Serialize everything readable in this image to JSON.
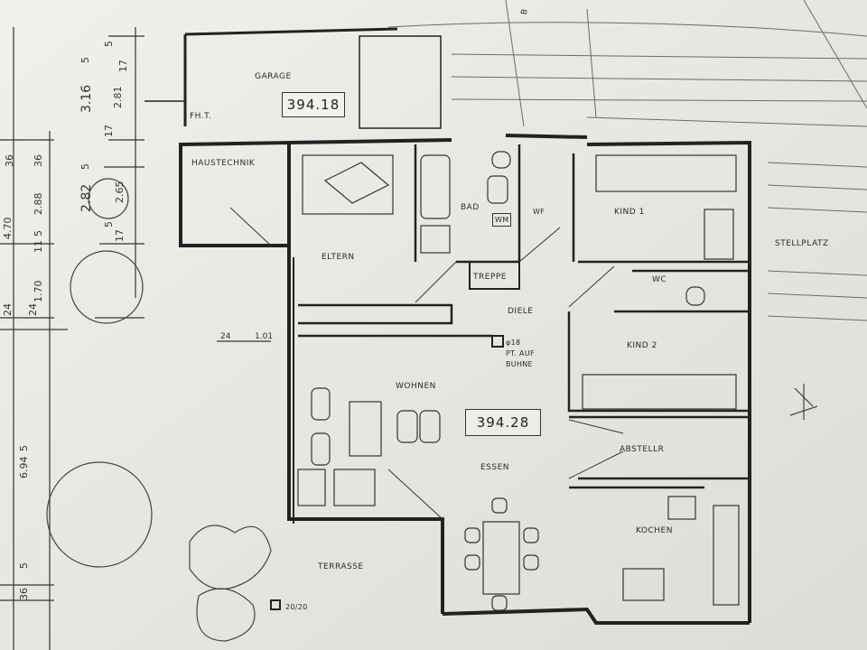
{
  "rooms": {
    "garage": "GARAGE",
    "haustechnik": "HAUSTECHNIK",
    "eltern": "ELTERN",
    "bad": "BAD",
    "wm": "WM",
    "wf": "WF",
    "kind1": "KIND 1",
    "wc": "WC",
    "kind2": "KIND 2",
    "treppe": "TREPPE",
    "diele": "DIELE",
    "wohnen": "WOHNEN",
    "essen": "ESSEN",
    "abstellr": "ABSTELLR",
    "kochen": "KOCHEN",
    "terrasse": "TERRASSE",
    "stellplatz": "STELLPLATZ"
  },
  "annotations": {
    "fht": "FH.T.",
    "garage_level": "394.18",
    "main_level": "394.28",
    "pt_auf": "PT. AUF",
    "buhne": "BUHNE",
    "phi18": "φ18",
    "pillar": "20/20",
    "top_mark": "B"
  },
  "dimensions": {
    "d_3_16": "3.16",
    "d_5_a": "5",
    "d_17_a": "17",
    "d_2_81": "2.81",
    "d_5_b": "5",
    "d_17_b": "17",
    "d_5_c": "5",
    "d_2_82": "2.82",
    "d_2_65": "2.65",
    "d_5_d": "5",
    "d_17_c": "17",
    "d_36_a": "36",
    "d_36_b": "36",
    "d_2_88": "2.88",
    "d_5_e": "5",
    "d_11": "11",
    "d_4_70": "4.70",
    "d_24_a": "24",
    "d_24_b": "24",
    "d_1_70": "1.70",
    "d_24_c": "24",
    "d_1_01": "1.01",
    "d_6_94": "6.94",
    "d_5_f": "5",
    "d_36_c": "36",
    "d_5_g": "5"
  },
  "colors": {
    "ink": "#2b2b2b",
    "paper": "#e9e8e4",
    "faint": "#6a6a6a"
  }
}
